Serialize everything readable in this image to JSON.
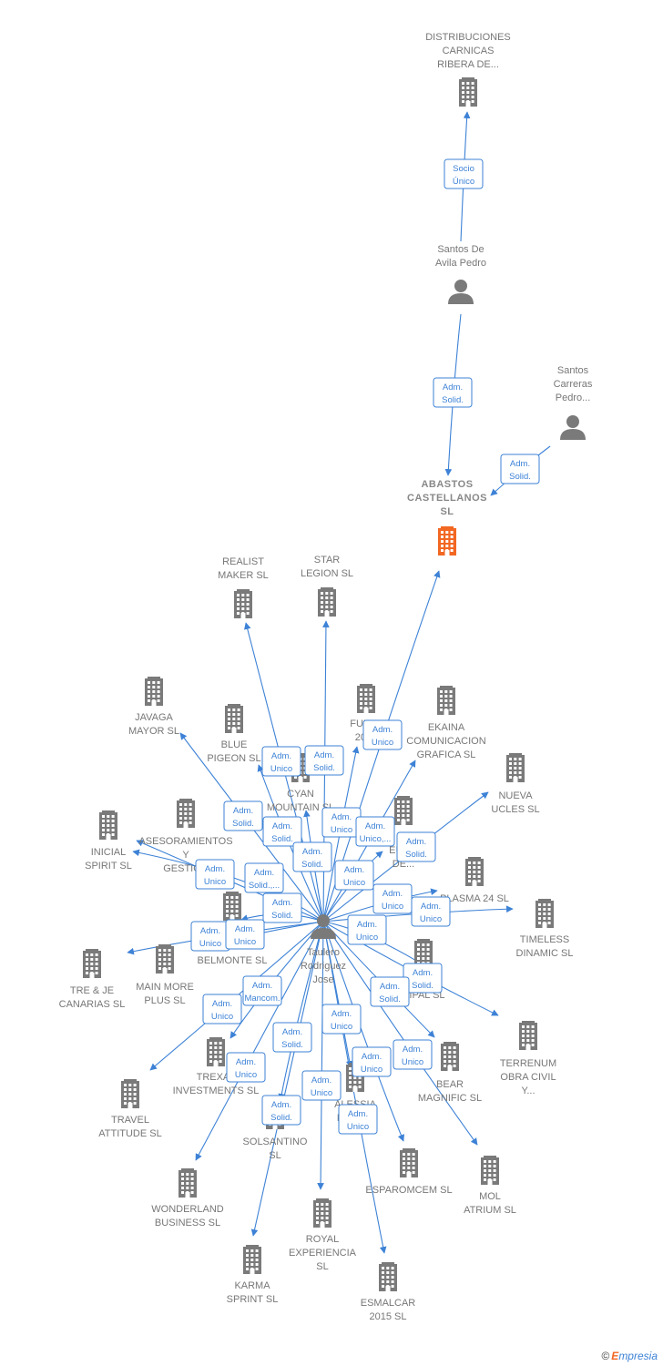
{
  "nodes": [
    {
      "id": "distribuciones",
      "kind": "company",
      "lines": [
        "DISTRIBUCIONES",
        "CARNICAS",
        "RIBERA DE..."
      ]
    },
    {
      "id": "santos_de_avila",
      "kind": "person",
      "lines": [
        "Santos De",
        "Avila Pedro"
      ]
    },
    {
      "id": "santos_carreras",
      "kind": "person",
      "lines": [
        "Santos",
        "Carreras",
        "Pedro..."
      ]
    },
    {
      "id": "abastos",
      "kind": "company",
      "main": true,
      "lines": [
        "ABASTOS",
        "CASTELLANOS",
        "SL"
      ]
    },
    {
      "id": "realist",
      "kind": "company",
      "lines": [
        "REALIST",
        "MAKER  SL"
      ]
    },
    {
      "id": "star",
      "kind": "company",
      "lines": [
        "STAR",
        "LEGION  SL"
      ]
    },
    {
      "id": "javaga",
      "kind": "company",
      "lines": [
        "JAVAGA",
        "MAYOR  SL"
      ]
    },
    {
      "id": "blue",
      "kind": "company",
      "lines": [
        "BLUE",
        "PIGEON  SL"
      ]
    },
    {
      "id": "fullo",
      "kind": "company",
      "lines": [
        "FULLO",
        "2015"
      ]
    },
    {
      "id": "ekaina",
      "kind": "company",
      "lines": [
        "EKAINA",
        "COMUNICACION",
        "GRAFICA  SL"
      ]
    },
    {
      "id": "cyan",
      "kind": "company",
      "lines": [
        "CYAN",
        "MOUNTAIN  SL"
      ]
    },
    {
      "id": "nueva",
      "kind": "company",
      "lines": [
        "NUEVA",
        "UCLES  SL"
      ]
    },
    {
      "id": "asesoramientos",
      "kind": "company",
      "lines": [
        "ASESORAMIENTOS",
        "Y",
        "GESTION"
      ]
    },
    {
      "id": "inicial",
      "kind": "company",
      "lines": [
        "INICIAL",
        "SPIRIT  SL"
      ]
    },
    {
      "id": "euro",
      "kind": "company",
      "lines": [
        "EURO",
        "DE..."
      ]
    },
    {
      "id": "plasma",
      "kind": "company",
      "lines": [
        "PLASMA 24 SL"
      ]
    },
    {
      "id": "timeless",
      "kind": "company",
      "lines": [
        "TIMELESS",
        "DINAMIC  SL"
      ]
    },
    {
      "id": "belmonte",
      "kind": "company",
      "lines": [
        "BELMONTE  SL"
      ]
    },
    {
      "id": "taulero",
      "kind": "person",
      "lines": [
        "Taulero",
        "Rodriguez",
        "Jose"
      ]
    },
    {
      "id": "tre_je",
      "kind": "company",
      "lines": [
        "TRE & JE",
        "CANARIAS  SL"
      ]
    },
    {
      "id": "main_more",
      "kind": "company",
      "lines": [
        "MAIN MORE",
        "PLUS  SL"
      ]
    },
    {
      "id": "municipal",
      "kind": "company",
      "lines": [
        "E",
        "CIPAL  SL"
      ]
    },
    {
      "id": "terrenum",
      "kind": "company",
      "lines": [
        "TERRENUM",
        "OBRA CIVIL",
        "Y..."
      ]
    },
    {
      "id": "trexal",
      "kind": "company",
      "lines": [
        "TREXAL",
        "INVESTMENTS SL"
      ]
    },
    {
      "id": "bear",
      "kind": "company",
      "lines": [
        "BEAR",
        "MAGNIFIC  SL"
      ]
    },
    {
      "id": "travel",
      "kind": "company",
      "lines": [
        "TRAVEL",
        "ATTITUDE  SL"
      ]
    },
    {
      "id": "alessia",
      "kind": "company",
      "lines": [
        "ALESSIA",
        "NEG        SL"
      ]
    },
    {
      "id": "solsantino",
      "kind": "company",
      "lines": [
        "SOLSANTINO",
        "SL"
      ]
    },
    {
      "id": "esparomcem",
      "kind": "company",
      "lines": [
        "ESPAROMCEM SL"
      ]
    },
    {
      "id": "mol",
      "kind": "company",
      "lines": [
        "MOL",
        "ATRIUM  SL"
      ]
    },
    {
      "id": "wonderland",
      "kind": "company",
      "lines": [
        "WONDERLAND",
        "BUSINESS  SL"
      ]
    },
    {
      "id": "royal",
      "kind": "company",
      "lines": [
        "ROYAL",
        "EXPERIENCIA",
        "SL"
      ]
    },
    {
      "id": "karma",
      "kind": "company",
      "lines": [
        "KARMA",
        "SPRINT  SL"
      ]
    },
    {
      "id": "esmalcar",
      "kind": "company",
      "lines": [
        "ESMALCAR",
        "2015  SL"
      ]
    }
  ],
  "edges": [
    {
      "from": "santos_de_avila",
      "to": "distribuciones",
      "label": [
        "Socio",
        "Único"
      ]
    },
    {
      "from": "santos_de_avila",
      "to": "abastos",
      "label": [
        "Adm.",
        "Solid."
      ]
    },
    {
      "from": "santos_carreras",
      "to": "abastos",
      "label": [
        "Adm.",
        "Solid."
      ]
    },
    {
      "from": "taulero",
      "to": "abastos",
      "label": [
        "Adm.",
        "Unico"
      ]
    },
    {
      "from": "taulero",
      "to": "realist",
      "label": [
        "Adm.",
        "Unico"
      ]
    },
    {
      "from": "taulero",
      "to": "star",
      "label": [
        "Adm.",
        "Solid."
      ]
    },
    {
      "from": "taulero",
      "to": "javaga",
      "label": [
        "Adm.",
        "Solid."
      ]
    },
    {
      "from": "taulero",
      "to": "blue",
      "label": [
        "Adm.",
        "Solid."
      ]
    },
    {
      "from": "taulero",
      "to": "fullo",
      "label": [
        "Adm.",
        "Unico"
      ]
    },
    {
      "from": "taulero",
      "to": "ekaina",
      "label": [
        "Adm.",
        "Unico,..."
      ]
    },
    {
      "from": "taulero",
      "to": "cyan",
      "label": [
        "Adm.",
        "Solid."
      ]
    },
    {
      "from": "taulero",
      "to": "nueva",
      "label": [
        "Adm.",
        "Solid."
      ]
    },
    {
      "from": "taulero",
      "to": "asesoramientos",
      "label": [
        "Adm.",
        "Unico"
      ]
    },
    {
      "from": "taulero",
      "to": "inicial",
      "label": [
        "Adm.",
        "Solid.,..."
      ]
    },
    {
      "from": "taulero",
      "to": "euro",
      "label": [
        "Adm.",
        "Unico"
      ]
    },
    {
      "from": "taulero",
      "to": "plasma",
      "label": [
        "Adm.",
        "Unico"
      ]
    },
    {
      "from": "taulero",
      "to": "timeless",
      "label": [
        "Adm.",
        "Unico"
      ]
    },
    {
      "from": "taulero",
      "to": "belmonte",
      "label": [
        "Adm.",
        "Solid."
      ]
    },
    {
      "from": "taulero",
      "to": "tre_je",
      "label": [
        "Adm.",
        "Unico"
      ]
    },
    {
      "from": "taulero",
      "to": "main_more",
      "label": [
        "Adm.",
        "Unico"
      ]
    },
    {
      "from": "taulero",
      "to": "municipal",
      "label": [
        "Adm.",
        "Unico"
      ]
    },
    {
      "from": "taulero",
      "to": "terrenum",
      "label": [
        "Adm.",
        "Solid."
      ]
    },
    {
      "from": "taulero",
      "to": "trexal",
      "label": [
        "Adm.",
        "Mancom."
      ]
    },
    {
      "from": "taulero",
      "to": "bear",
      "label": [
        "Adm.",
        "Solid."
      ]
    },
    {
      "from": "taulero",
      "to": "travel",
      "label": [
        "Adm.",
        "Unico"
      ]
    },
    {
      "from": "taulero",
      "to": "alessia",
      "label": [
        "Adm.",
        "Unico"
      ]
    },
    {
      "from": "taulero",
      "to": "solsantino",
      "label": [
        "Adm.",
        "Solid."
      ]
    },
    {
      "from": "taulero",
      "to": "esparomcem",
      "label": [
        "Adm.",
        "Unico"
      ]
    },
    {
      "from": "taulero",
      "to": "mol",
      "label": [
        "Adm.",
        "Unico"
      ]
    },
    {
      "from": "taulero",
      "to": "wonderland",
      "label": [
        "Adm.",
        "Unico"
      ]
    },
    {
      "from": "taulero",
      "to": "royal",
      "label": [
        "Adm.",
        "Unico"
      ]
    },
    {
      "from": "taulero",
      "to": "karma",
      "label": [
        "Adm.",
        "Solid."
      ]
    },
    {
      "from": "taulero",
      "to": "esmalcar",
      "label": [
        "Adm.",
        "Unico"
      ]
    }
  ],
  "colors": {
    "edge": "#3d82d6",
    "company_icon": "#7a7a7a",
    "main_company_icon": "#f26722",
    "person_icon": "#7a7a7a",
    "label_text": "#777777"
  },
  "footer": {
    "copyright_symbol": "©",
    "brand_initial": "E",
    "brand_rest": "mpresia"
  }
}
